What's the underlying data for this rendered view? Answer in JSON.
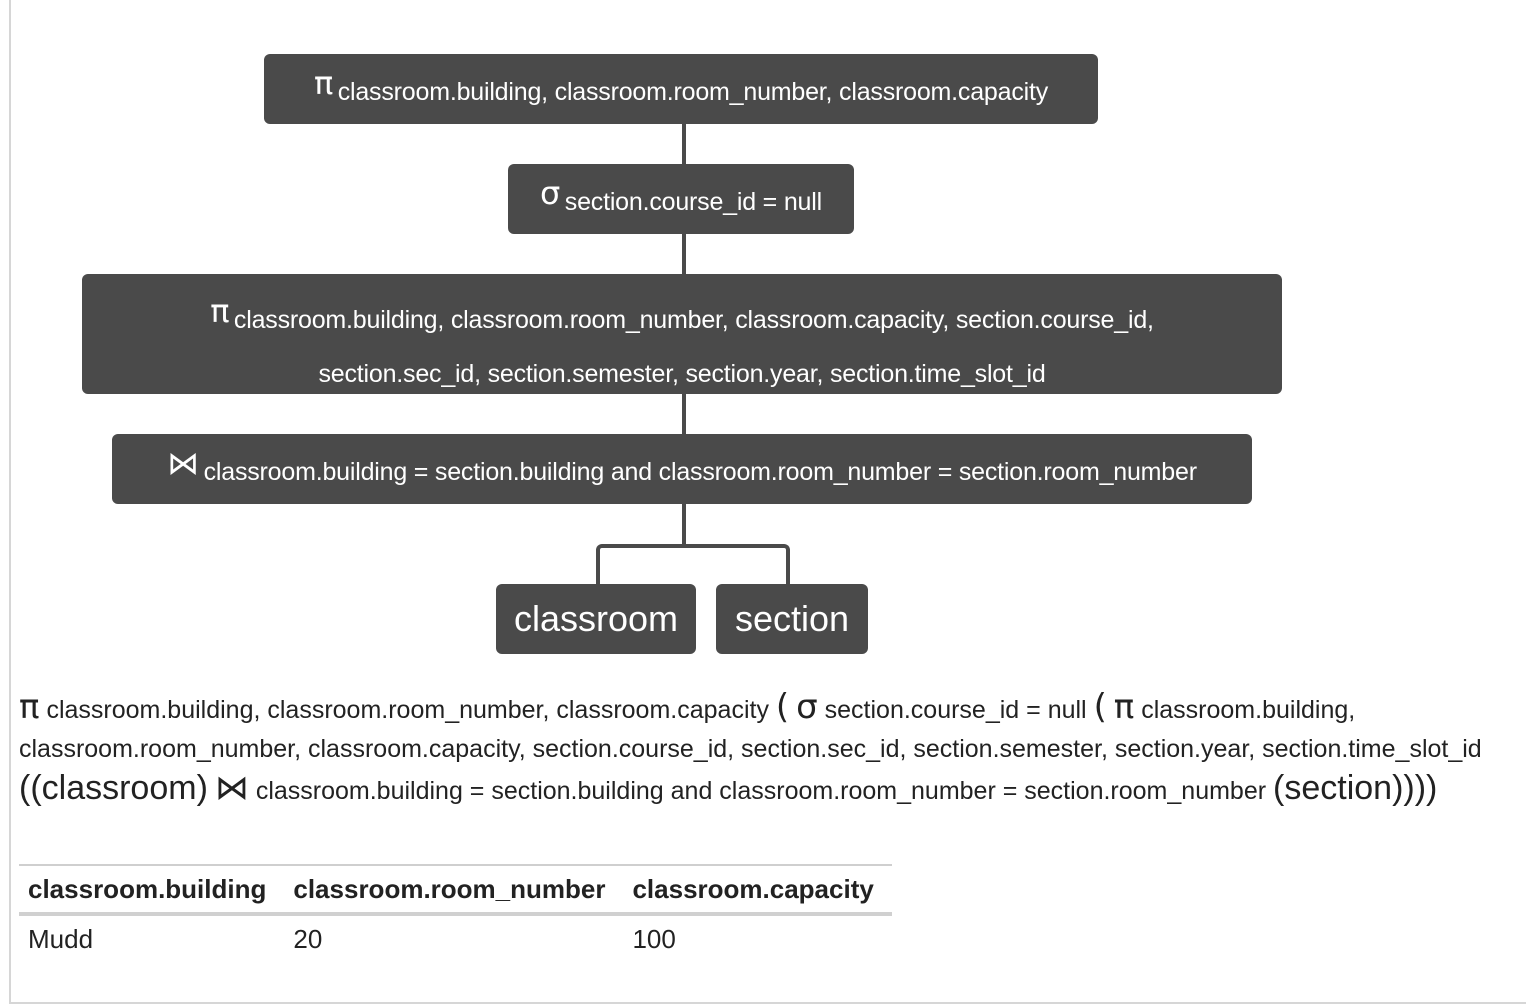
{
  "tree": {
    "projection_top": {
      "operator": "π",
      "args": "classroom.building, classroom.room_number, classroom.capacity"
    },
    "selection": {
      "operator": "σ",
      "args": "section.course_id = null"
    },
    "projection_inner": {
      "operator": "π",
      "args_line1": "classroom.building, classroom.room_number, classroom.capacity, section.course_id,",
      "args_line2": "section.sec_id, section.semester, section.year, section.time_slot_id"
    },
    "join": {
      "operator": "⋈",
      "args": "classroom.building = section.building and classroom.room_number = section.room_number"
    },
    "leaves": {
      "left": "classroom",
      "right": "section"
    }
  },
  "expression": {
    "p1": "π",
    "p1_args": "classroom.building, classroom.room_number, classroom.capacity",
    "open1": "(",
    "s": "σ",
    "s_args": "section.course_id = null",
    "open2": "(",
    "p2": "π",
    "p2_args": "classroom.building, classroom.room_number, classroom.capacity, section.course_id, section.sec_id, section.semester, section.year, section.time_slot_id",
    "open3": "((classroom)",
    "join": "⋈",
    "join_args": "classroom.building = section.building and classroom.room_number = section.room_number",
    "close": "(section))))"
  },
  "result_table": {
    "columns": [
      "classroom.building",
      "classroom.room_number",
      "classroom.capacity"
    ],
    "rows": [
      [
        "Mudd",
        "20",
        "100"
      ]
    ]
  }
}
